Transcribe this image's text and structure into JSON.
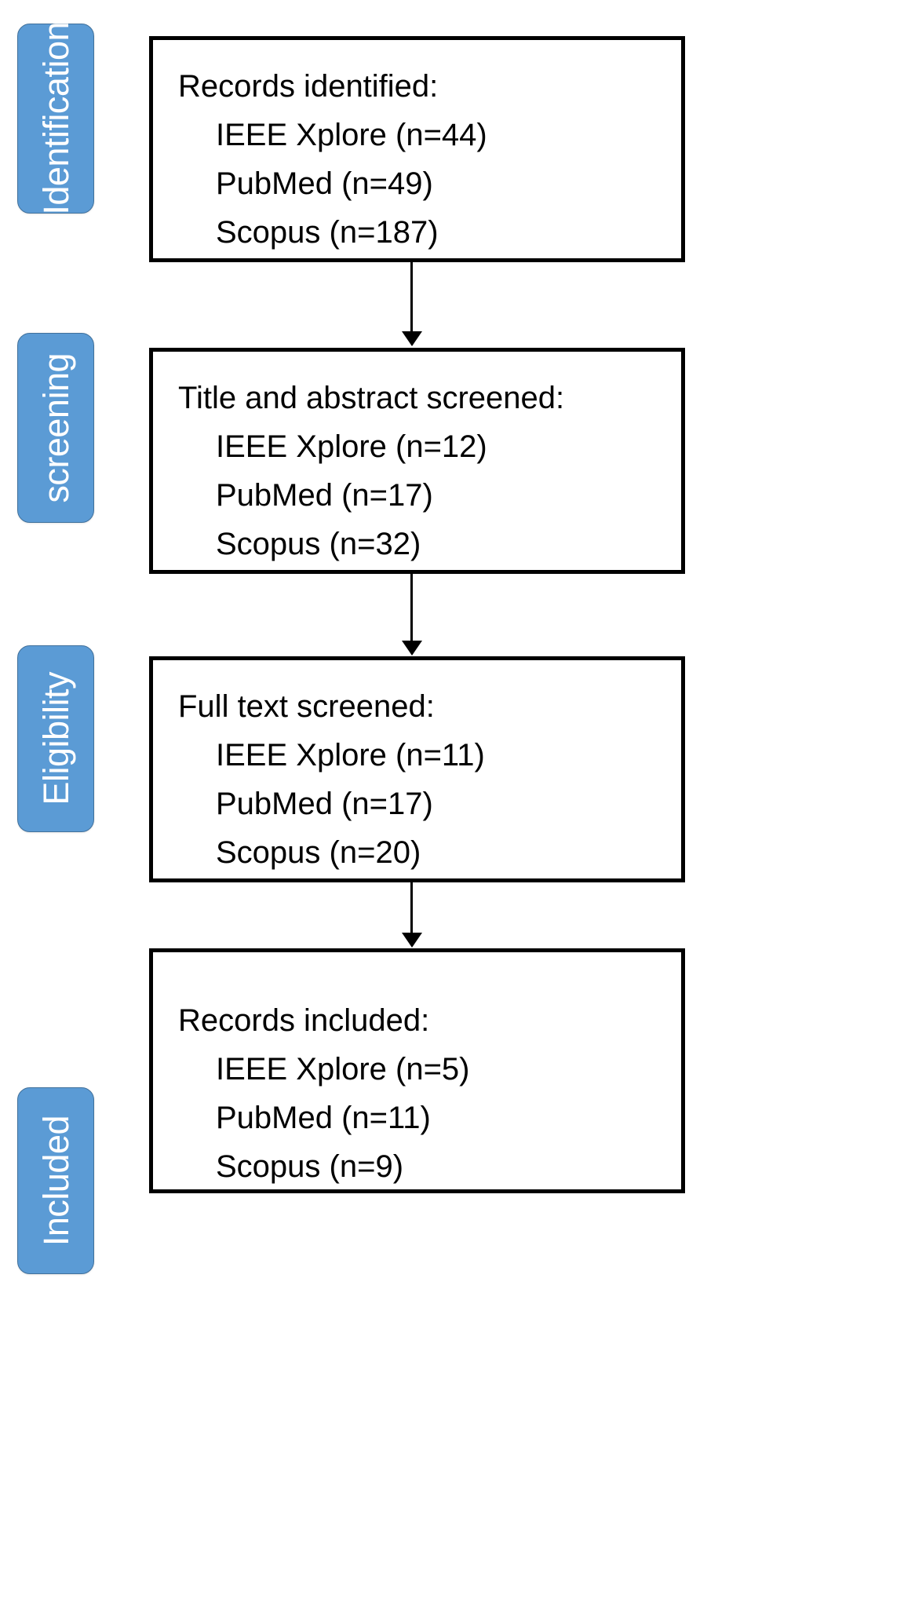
{
  "diagram": {
    "type": "prisma-flow-diagram",
    "accent_color": "#5B9BD5",
    "border_color": "#000000",
    "label_text_color": "#FFFFFF",
    "stages": [
      {
        "label": "Identification"
      },
      {
        "label": "screening"
      },
      {
        "label": "Eligibility"
      },
      {
        "label": "Included"
      }
    ],
    "boxes": [
      {
        "heading": "Records identified:",
        "items": [
          "IEEE Xplore (n=44)",
          "PubMed (n=49)",
          "Scopus (n=187)"
        ]
      },
      {
        "heading": "Title and abstract screened:",
        "items": [
          "IEEE Xplore (n=12)",
          "PubMed (n=17)",
          "Scopus (n=32)"
        ]
      },
      {
        "heading": "Full text screened:",
        "items": [
          "IEEE Xplore (n=11)",
          "PubMed (n=17)",
          "Scopus (n=20)"
        ]
      },
      {
        "heading": "Records included:",
        "items": [
          "IEEE Xplore (n=5)",
          "PubMed (n=11)",
          "Scopus (n=9)"
        ]
      }
    ],
    "connectors": [
      {
        "from": "Records identified:",
        "to": "Title and abstract screened:",
        "direction": "down"
      },
      {
        "from": "Title and abstract screened:",
        "to": "Full text screened:",
        "direction": "down"
      },
      {
        "from": "Full text screened:",
        "to": "Records included:",
        "direction": "down"
      }
    ]
  }
}
